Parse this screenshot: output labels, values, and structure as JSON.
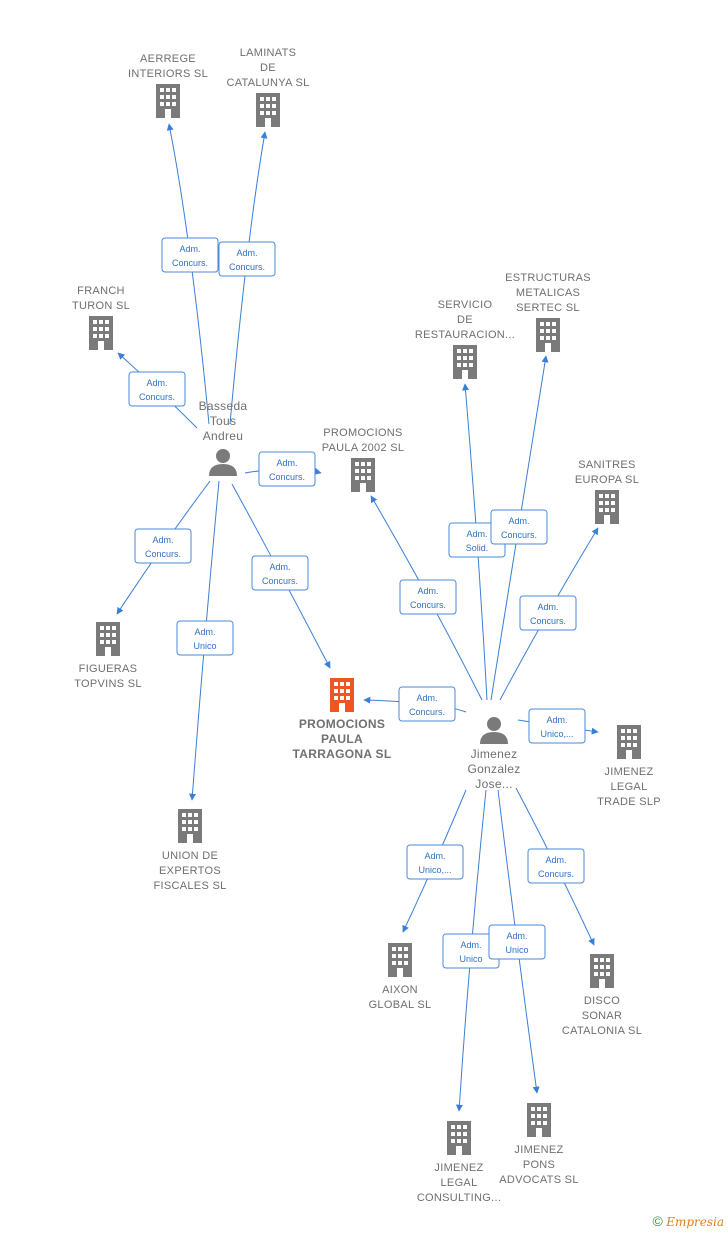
{
  "colors": {
    "company": "#7a7a7a",
    "highlight": "#ee5524",
    "person": "#7a7a7a",
    "edge": "#3a7fd5"
  },
  "nodes": [
    {
      "id": "aerrege",
      "type": "company",
      "lines": [
        "AERREGE",
        "INTERIORS SL"
      ]
    },
    {
      "id": "laminats",
      "type": "company",
      "lines": [
        "LAMINATS",
        "DE",
        "CATALUNYA SL"
      ]
    },
    {
      "id": "franch",
      "type": "company",
      "lines": [
        "FRANCH",
        "TURON SL"
      ]
    },
    {
      "id": "basseda",
      "type": "person",
      "lines": [
        "Basseda",
        "Tous",
        "Andreu"
      ]
    },
    {
      "id": "promo2002",
      "type": "company",
      "lines": [
        "PROMOCIONS",
        "PAULA 2002 SL"
      ]
    },
    {
      "id": "figueras",
      "type": "company",
      "lines": [
        "FIGUERAS",
        "TOPVINS SL"
      ]
    },
    {
      "id": "promotarr",
      "type": "company",
      "main": true,
      "lines": [
        "PROMOCIONS",
        "PAULA",
        "TARRAGONA SL"
      ]
    },
    {
      "id": "union",
      "type": "company",
      "lines": [
        "UNION DE",
        "EXPERTOS",
        "FISCALES  SL"
      ]
    },
    {
      "id": "servicio",
      "type": "company",
      "lines": [
        "SERVICIO",
        "DE",
        "RESTAURACION..."
      ]
    },
    {
      "id": "estructuras",
      "type": "company",
      "lines": [
        "ESTRUCTURAS",
        "METALICAS",
        "SERTEC SL"
      ]
    },
    {
      "id": "sanitres",
      "type": "company",
      "lines": [
        "SANITRES",
        "EUROPA SL"
      ]
    },
    {
      "id": "jimenez",
      "type": "person",
      "lines": [
        "Jimenez",
        "Gonzalez",
        "Jose..."
      ]
    },
    {
      "id": "jlegaltrade",
      "type": "company",
      "lines": [
        "JIMENEZ",
        "LEGAL",
        "TRADE  SLP"
      ]
    },
    {
      "id": "aixon",
      "type": "company",
      "lines": [
        "AIXON",
        "GLOBAL SL"
      ]
    },
    {
      "id": "disco",
      "type": "company",
      "lines": [
        "DISCO",
        "SONAR",
        "CATALONIA SL"
      ]
    },
    {
      "id": "jlegalcons",
      "type": "company",
      "lines": [
        "JIMENEZ",
        "LEGAL",
        "CONSULTING..."
      ]
    },
    {
      "id": "jpons",
      "type": "company",
      "lines": [
        "JIMENEZ",
        "PONS",
        "ADVOCATS  SL"
      ]
    }
  ],
  "edges": [
    {
      "from": "basseda",
      "to": "aerrege",
      "label": [
        "Adm.",
        "Concurs."
      ]
    },
    {
      "from": "basseda",
      "to": "laminats",
      "label": [
        "Adm.",
        "Concurs."
      ]
    },
    {
      "from": "basseda",
      "to": "franch",
      "label": [
        "Adm.",
        "Concurs."
      ]
    },
    {
      "from": "basseda",
      "to": "promo2002",
      "label": [
        "Adm.",
        "Concurs."
      ]
    },
    {
      "from": "basseda",
      "to": "figueras",
      "label": [
        "Adm.",
        "Concurs."
      ]
    },
    {
      "from": "basseda",
      "to": "union",
      "label": [
        "Adm.",
        "Unico"
      ]
    },
    {
      "from": "basseda",
      "to": "promotarr",
      "label": [
        "Adm.",
        "Concurs."
      ]
    },
    {
      "from": "jimenez",
      "to": "promo2002",
      "label": [
        "Adm.",
        "Concurs."
      ]
    },
    {
      "from": "jimenez",
      "to": "servicio",
      "label": [
        "Adm.",
        "Solid."
      ]
    },
    {
      "from": "jimenez",
      "to": "estructuras",
      "label": [
        "Adm.",
        "Concurs."
      ]
    },
    {
      "from": "jimenez",
      "to": "sanitres",
      "label": [
        "Adm.",
        "Concurs."
      ]
    },
    {
      "from": "jimenez",
      "to": "promotarr",
      "label": [
        "Adm.",
        "Concurs."
      ]
    },
    {
      "from": "jimenez",
      "to": "jlegaltrade",
      "label": [
        "Adm.",
        "Unico,..."
      ]
    },
    {
      "from": "jimenez",
      "to": "aixon",
      "label": [
        "Adm.",
        "Unico,..."
      ]
    },
    {
      "from": "jimenez",
      "to": "disco",
      "label": [
        "Adm.",
        "Concurs."
      ]
    },
    {
      "from": "jimenez",
      "to": "jlegalcons",
      "label": [
        "Adm.",
        "Unico"
      ]
    },
    {
      "from": "jimenez",
      "to": "jpons",
      "label": [
        "Adm.",
        "Unico"
      ]
    }
  ],
  "footer": {
    "copyright": "©",
    "brand": "Empresia"
  }
}
